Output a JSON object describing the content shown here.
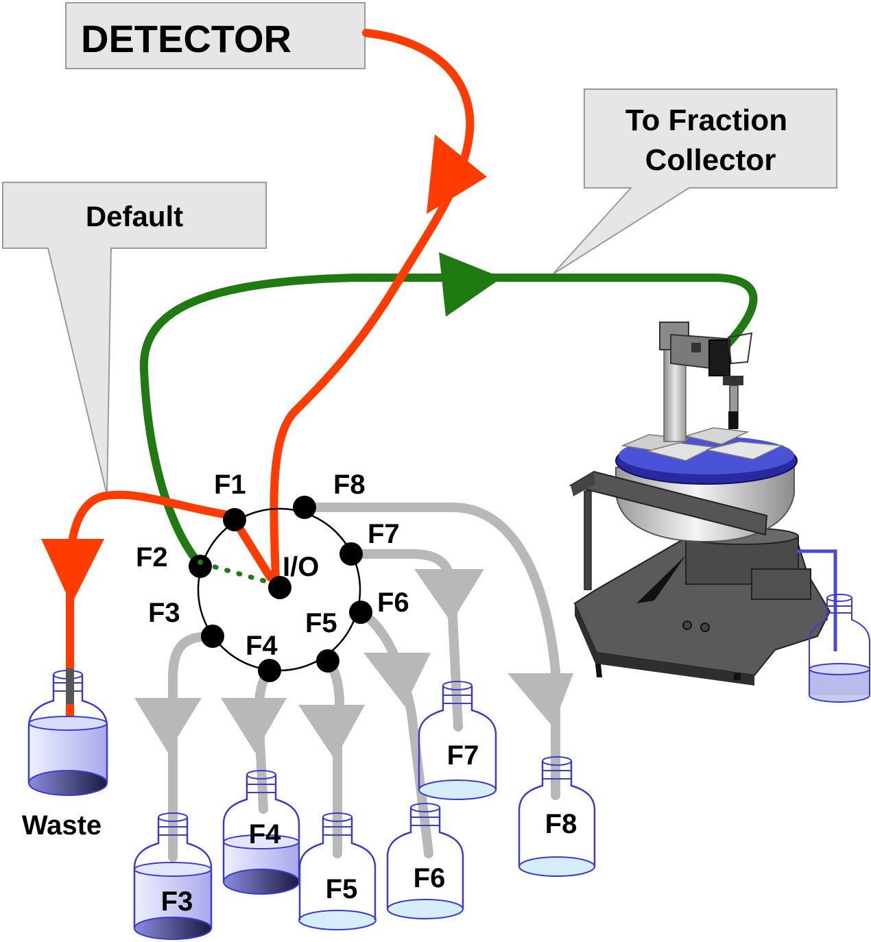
{
  "callouts": {
    "detector": "DETECTOR",
    "fraction_line1": "To Fraction",
    "fraction_line2": "Collector",
    "default": "Default"
  },
  "valve": {
    "center_port": "I/O",
    "ports": [
      "F1",
      "F2",
      "F3",
      "F4",
      "F5",
      "F6",
      "F7",
      "F8"
    ]
  },
  "bottles": {
    "waste": "Waste",
    "fractions": [
      "F3",
      "F4",
      "F5",
      "F6",
      "F7",
      "F8"
    ]
  },
  "colors": {
    "detector_flow": "#ff3c00",
    "collector_flow": "#1f7a12",
    "fraction_lines": "#b8b8b8",
    "liquid": "#9a9ae6",
    "bottle_outline": "#3a3ad0"
  }
}
